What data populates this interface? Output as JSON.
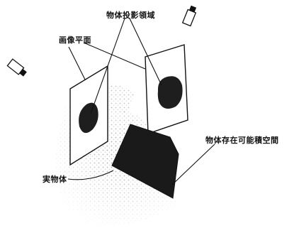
{
  "labels": {
    "object_projection_region": "物体投影領域",
    "image_plane": "画像平面",
    "possible_volume": "物体存在可能積空間",
    "real_object": "実物体"
  },
  "icons": {
    "camera_left": "camera-icon",
    "camera_right": "camera-icon"
  },
  "colors": {
    "ink": "#111111",
    "volume_fill": "#1a1a1a",
    "shadow": "#bdbdbd"
  }
}
